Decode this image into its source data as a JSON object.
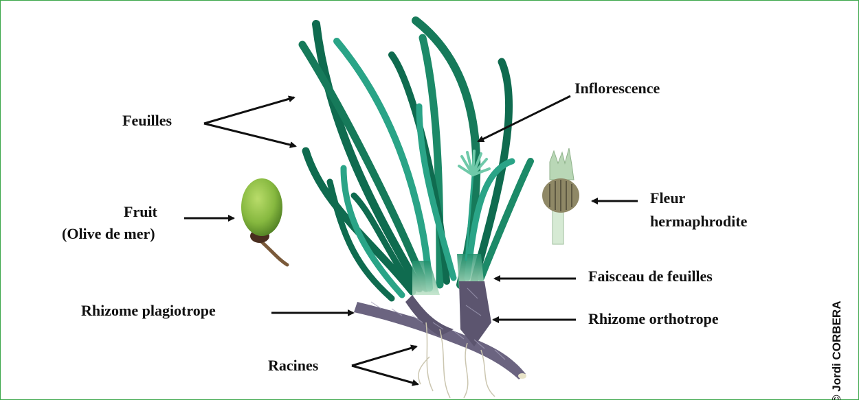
{
  "labels": {
    "feuilles": "Feuilles",
    "inflorescence": "Inflorescence",
    "fruit_line1": "Fruit",
    "fruit_line2": "(Olive de mer)",
    "fleur_line1": "Fleur",
    "fleur_line2": "hermaphrodite",
    "faisceau": "Faisceau de feuilles",
    "rhizome_plagiotrope": "Rhizome plagiotrope",
    "rhizome_orthotrope": "Rhizome orthotrope",
    "racines": "Racines"
  },
  "credit": "© Jordi CORBERA",
  "colors": {
    "border": "#3aa648",
    "leaf_dark": "#0f6b4f",
    "leaf_light": "#2aa487",
    "rhizome": "#6b6480",
    "fruit": "#8cbf45",
    "text": "#111111"
  }
}
